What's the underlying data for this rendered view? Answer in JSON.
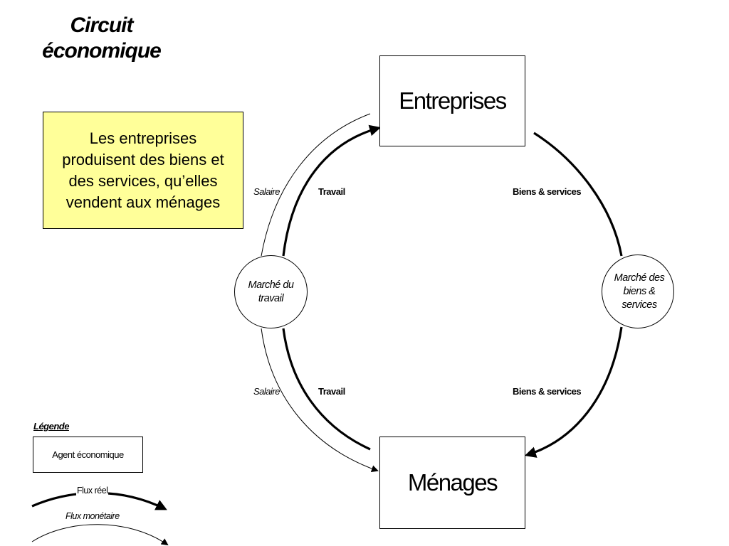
{
  "title": {
    "line1": "Circuit",
    "line2": "économique"
  },
  "info_box": {
    "text": "Les entreprises produisent des biens et des services, qu’elles vendent aux ménages",
    "background": "#ffff99"
  },
  "agents": {
    "entreprises": "Entreprises",
    "menages": "Ménages"
  },
  "markets": {
    "travail": {
      "line1": "Marché du",
      "line2": "travail"
    },
    "biens": {
      "line1": "Marché des",
      "line2": "biens &",
      "line3": "services"
    }
  },
  "flows": {
    "salaire_top": "Salaire",
    "travail_top": "Travail",
    "biens_top": "Biens & services",
    "salaire_bottom": "Salaire",
    "travail_bottom": "Travail",
    "biens_bottom": "Biens & services"
  },
  "legend": {
    "title": "Légende",
    "agent": "Agent économique",
    "flux_reel": "Flux réel",
    "flux_monetaire": "Flux monétaire"
  }
}
